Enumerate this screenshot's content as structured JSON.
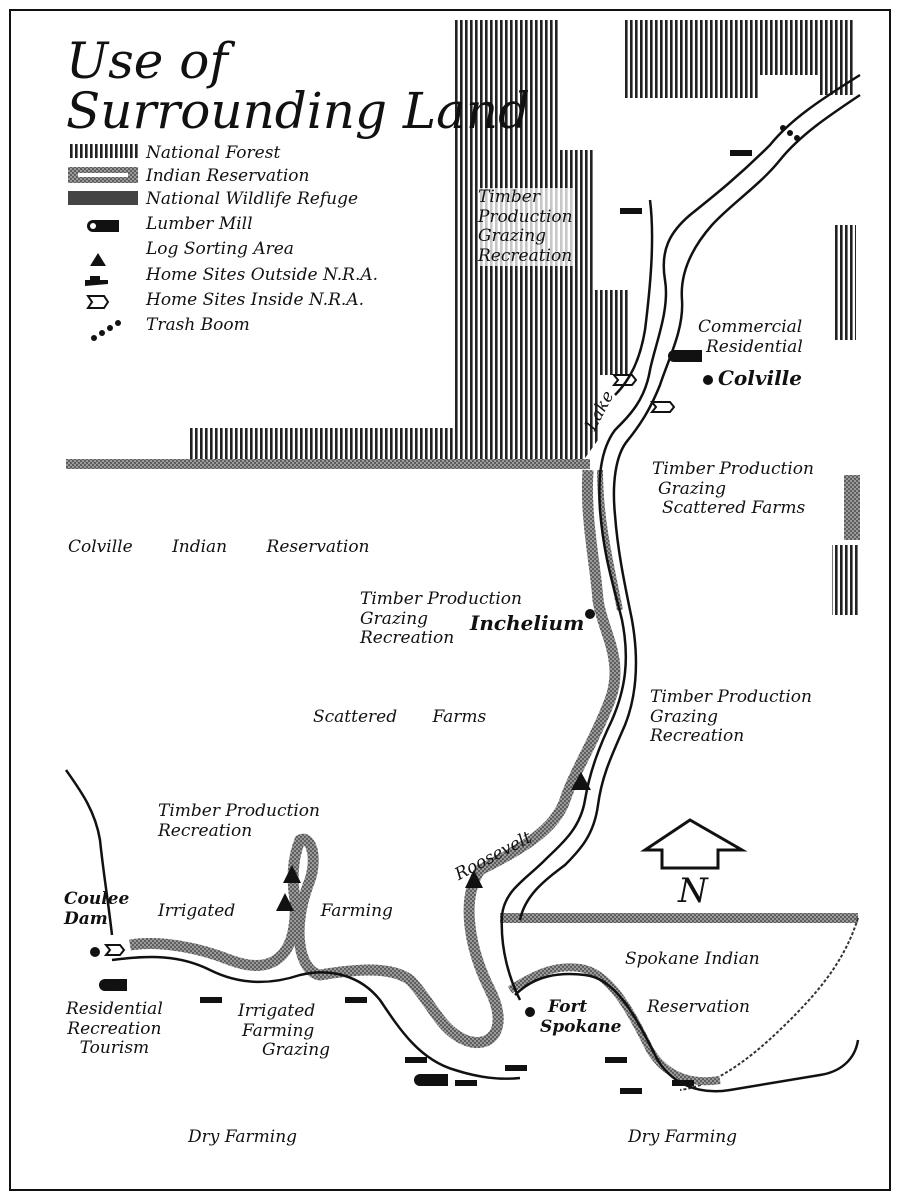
{
  "title": {
    "line1": "Use of",
    "line2": "Surrounding Land"
  },
  "legend": [
    {
      "key": "national-forest",
      "label": "National Forest"
    },
    {
      "key": "indian-reservation",
      "label": "Indian Reservation"
    },
    {
      "key": "national-wildlife-refuge",
      "label": "National Wildlife Refuge"
    },
    {
      "key": "lumber-mill",
      "label": "Lumber Mill"
    },
    {
      "key": "log-sorting-area",
      "label": "Log Sorting Area"
    },
    {
      "key": "home-sites-outside",
      "label": "Home Sites Outside N.R.A."
    },
    {
      "key": "home-sites-inside",
      "label": "Home Sites Inside N.R.A."
    },
    {
      "key": "trash-boom",
      "label": "Trash Boom"
    }
  ],
  "labels": {
    "forest_use": [
      "Timber",
      "Production",
      "Grazing",
      "Recreation"
    ],
    "colville_use": [
      "Commercial",
      "Residential"
    ],
    "colville_town": "Colville",
    "lake": "Lake",
    "east_use1": [
      "Timber Production",
      "Grazing",
      "Scattered Farms"
    ],
    "colville_res": [
      "Colville",
      "Indian",
      "Reservation"
    ],
    "inchelium_use": [
      "Timber Production",
      "Grazing",
      "Recreation"
    ],
    "inchelium_town": "Inchelium",
    "east_use2": [
      "Timber Production",
      "Grazing",
      "Recreation"
    ],
    "scattered_farms": [
      "Scattered",
      "Farms"
    ],
    "west_use": [
      "Timber Production",
      "Recreation"
    ],
    "roosevelt": "Roosevelt",
    "north": "N",
    "coulee_dam": [
      "Coulee",
      "Dam"
    ],
    "irrigated_farming": [
      "Irrigated",
      "Farming"
    ],
    "spokane_res": [
      "Spokane Indian",
      "Reservation"
    ],
    "fort_spokane": [
      "Fort",
      "Spokane"
    ],
    "coulee_use": [
      "Residential",
      "Recreation",
      "Tourism"
    ],
    "south_use": [
      "Irrigated",
      "Farming",
      "Grazing"
    ],
    "dry_farming_1": "Dry Farming",
    "dry_farming_2": "Dry Farming"
  }
}
